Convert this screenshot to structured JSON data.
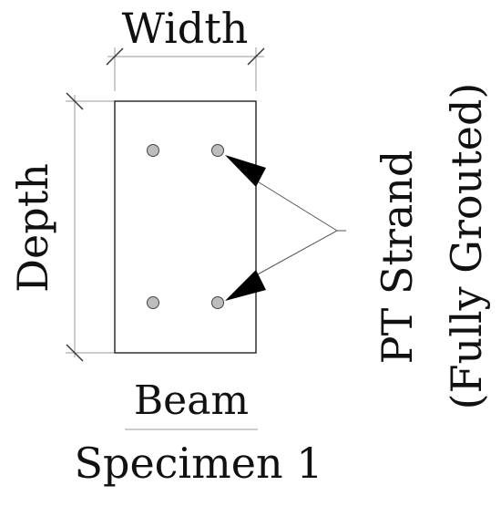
{
  "labels": {
    "width": "Width",
    "depth": "Depth",
    "strand_line1": "PT Strand",
    "strand_line2": "(Fully Grouted)",
    "caption_line1": "Beam",
    "caption_line2": "Specimen 1"
  },
  "colors": {
    "outline": "#111111",
    "dimension_line": "#999999",
    "strand_fill": "#bdbdbd",
    "arrow": "#000000",
    "background": "#ffffff"
  },
  "strand_count": 4
}
